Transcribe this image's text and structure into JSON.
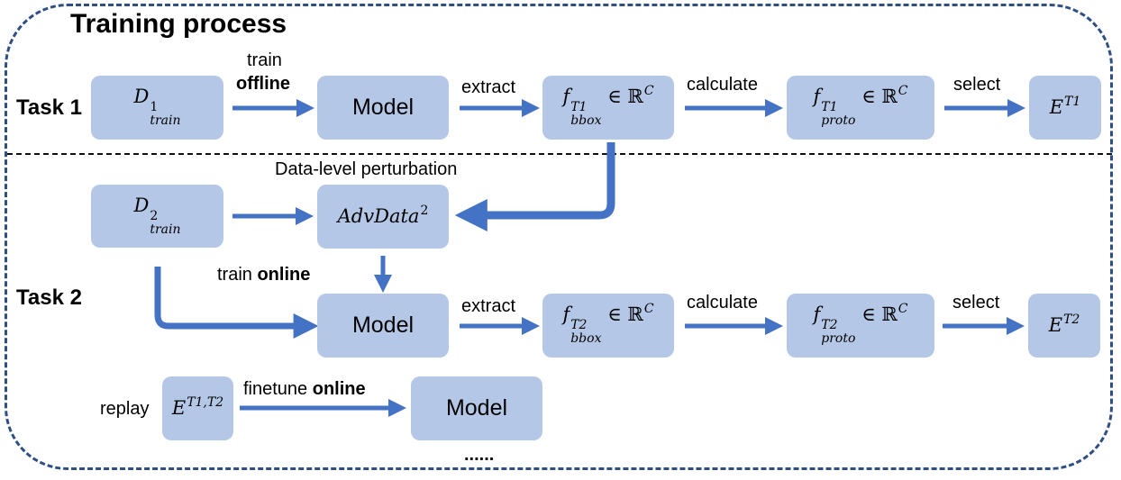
{
  "title": "Training process",
  "tasks": {
    "task1": "Task 1",
    "task2": "Task 2"
  },
  "labels": {
    "train": "train",
    "offline": "offline",
    "extract": "extract",
    "calculate": "calculate",
    "select": "select",
    "perturbation": "Data-level perturbation",
    "train_online_prefix": "train ",
    "online": "online",
    "replay": "replay",
    "finetune_prefix": "finetune ",
    "ellipsis": "......"
  },
  "nodes": {
    "model": "Model",
    "d_base": "D",
    "train_sub": "train",
    "d1_sup": "1",
    "d2_sup": "2",
    "f_base": "f",
    "bbox_sub": "bbox",
    "proto_sub": "proto",
    "t1_sup": "T1",
    "t2_sup": "T2",
    "in_r": "∈ ℝ",
    "c_sup": "C",
    "e_base": "E",
    "t1t2_sup": "T1,T2",
    "advdata_base": "AdvData",
    "advdata_sup": "2"
  },
  "colors": {
    "box_fill": "#b4c7e7",
    "arrow": "#4472c4",
    "frame_border": "#2f4f84"
  }
}
